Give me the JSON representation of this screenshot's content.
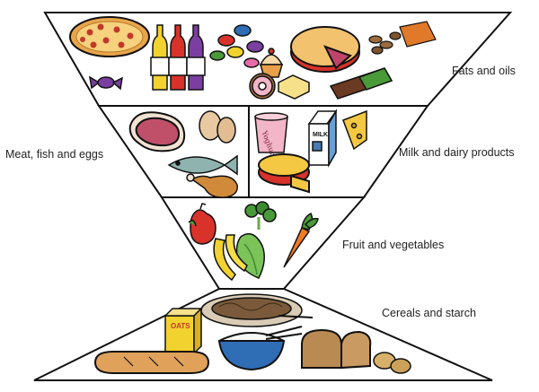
{
  "diagram": {
    "type": "food-pyramid",
    "labels": {
      "fats": "Fats and oils",
      "meat": "Meat, fish and eggs",
      "milk": "Milk and dairy products",
      "fruit": "Fruit and vegetables",
      "cereals": "Cereals and starch"
    },
    "package_text": {
      "yoghurt": "Yoghurt",
      "milk": "MILK",
      "oats": "OATS"
    },
    "colors": {
      "outline": "#111111",
      "pizza": "#e9a54a",
      "pepperoni": "#c0392b",
      "bottle_yellow": "#f2d22e",
      "bottle_red": "#d8322b",
      "bottle_purple": "#7a3fa0",
      "steak": "#c0506a",
      "fish": "#8fb4b0",
      "egg": "#e8c9a2",
      "cheese": "#f4c842",
      "carrot": "#ee7b22",
      "green": "#4a9a3a",
      "bread": "#e0a15a",
      "bowl": "#2f6db5",
      "pasta": "#7a5a3a"
    }
  }
}
